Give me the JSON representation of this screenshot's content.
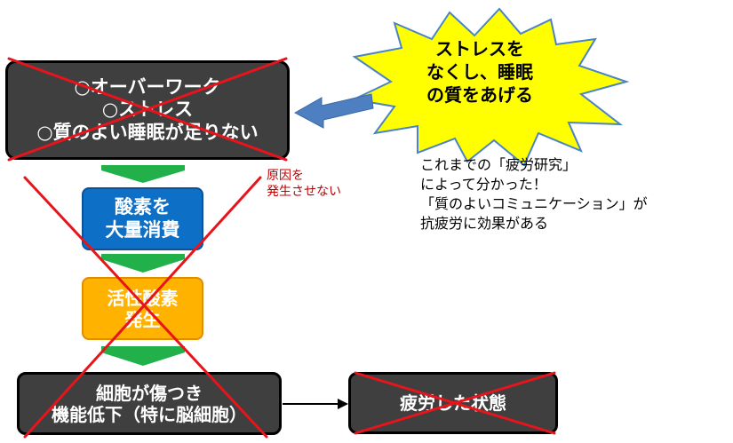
{
  "cause_box": {
    "lines": [
      "○オーバーワーク",
      "○ストレス",
      "○質のよい睡眠が足りない"
    ]
  },
  "burst": {
    "lines": [
      "ストレスを",
      "なくし、睡眠",
      "の質をあげる"
    ]
  },
  "note": {
    "lines": [
      "原因を",
      "発生させない"
    ]
  },
  "research": {
    "lines": [
      "これまでの「疲労研究」",
      "によって分かった！",
      "「質のよいコミュニケーション」が",
      "抗疲労に効果がある"
    ]
  },
  "oxygen_box": {
    "lines": [
      "酸素を",
      "大量消費"
    ]
  },
  "radical_box": {
    "lines": [
      "活性酸素",
      "発生"
    ]
  },
  "cell_box": {
    "lines": [
      "細胞が傷つき",
      "機能低下（特に脳細胞）"
    ]
  },
  "fatigue_box": {
    "label": "疲労した状態"
  },
  "colors": {
    "cross": "#e8141b",
    "flow_arrow": "#21b04a",
    "burst_fill": "#ffff00",
    "burst_stroke": "#4a84c4",
    "pointer_arrow": "#4e7fc0"
  }
}
